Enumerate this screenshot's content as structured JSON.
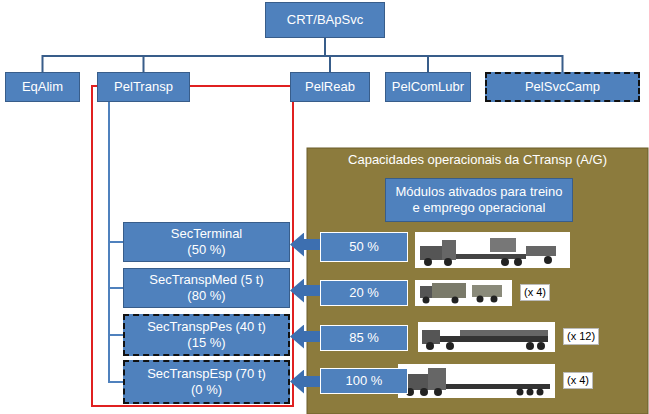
{
  "diagram": {
    "nodes": [
      {
        "text": [
          "CRT/BApSvc"
        ]
      },
      {
        "text": [
          "EqAlim"
        ]
      },
      {
        "text": [
          "PelTransp"
        ]
      },
      {
        "text": [
          "PelReab"
        ]
      },
      {
        "text": [
          "PelComLubr"
        ]
      },
      {
        "text": [
          "PelSvcCamp"
        ]
      },
      {
        "text": [
          "SecTerminal",
          "(50 %)"
        ]
      },
      {
        "text": [
          "SecTranspMed (5 t)",
          "(80 %)"
        ]
      },
      {
        "text": [
          "SecTranspPes (40 t)",
          "(15 %)"
        ]
      },
      {
        "text": [
          "SecTranspEsp (70 t)",
          "(0 %)"
        ]
      },
      {
        "text": [
          "Capacidades operacionais da CTransp (A/G)"
        ]
      },
      {
        "text": [
          "Módulos ativados para treino e emprego operacional"
        ],
        "in": 10
      },
      {
        "text": [
          "50 %"
        ],
        "in": 10
      },
      {
        "text": [
          "20 %"
        ],
        "in": 10
      },
      {
        "text": [
          "85 %"
        ],
        "in": 10
      },
      {
        "text": [
          "100 %"
        ],
        "in": 10
      }
    ],
    "edges": [
      {
        "from": 0,
        "to": 1,
        "arrow": "none"
      },
      {
        "from": 0,
        "to": 2,
        "arrow": "none"
      },
      {
        "from": 0,
        "to": 3,
        "arrow": "none"
      },
      {
        "from": 0,
        "to": 4,
        "arrow": "none"
      },
      {
        "from": 0,
        "to": 5,
        "arrow": "none"
      },
      {
        "from": 2,
        "to": 6,
        "arrow": "none"
      },
      {
        "from": 2,
        "to": 7,
        "arrow": "none"
      },
      {
        "from": 2,
        "to": 8,
        "arrow": "none"
      },
      {
        "from": 2,
        "to": 9,
        "arrow": "none"
      },
      {
        "from": 12,
        "to": 6,
        "arrow": "to"
      },
      {
        "from": 13,
        "to": 7,
        "arrow": "to"
      },
      {
        "from": 14,
        "to": 8,
        "arrow": "to"
      },
      {
        "from": 15,
        "to": 9,
        "arrow": "to"
      }
    ],
    "labels": [
      "(x 4)",
      "(x 12)",
      "(x 4)"
    ]
  }
}
